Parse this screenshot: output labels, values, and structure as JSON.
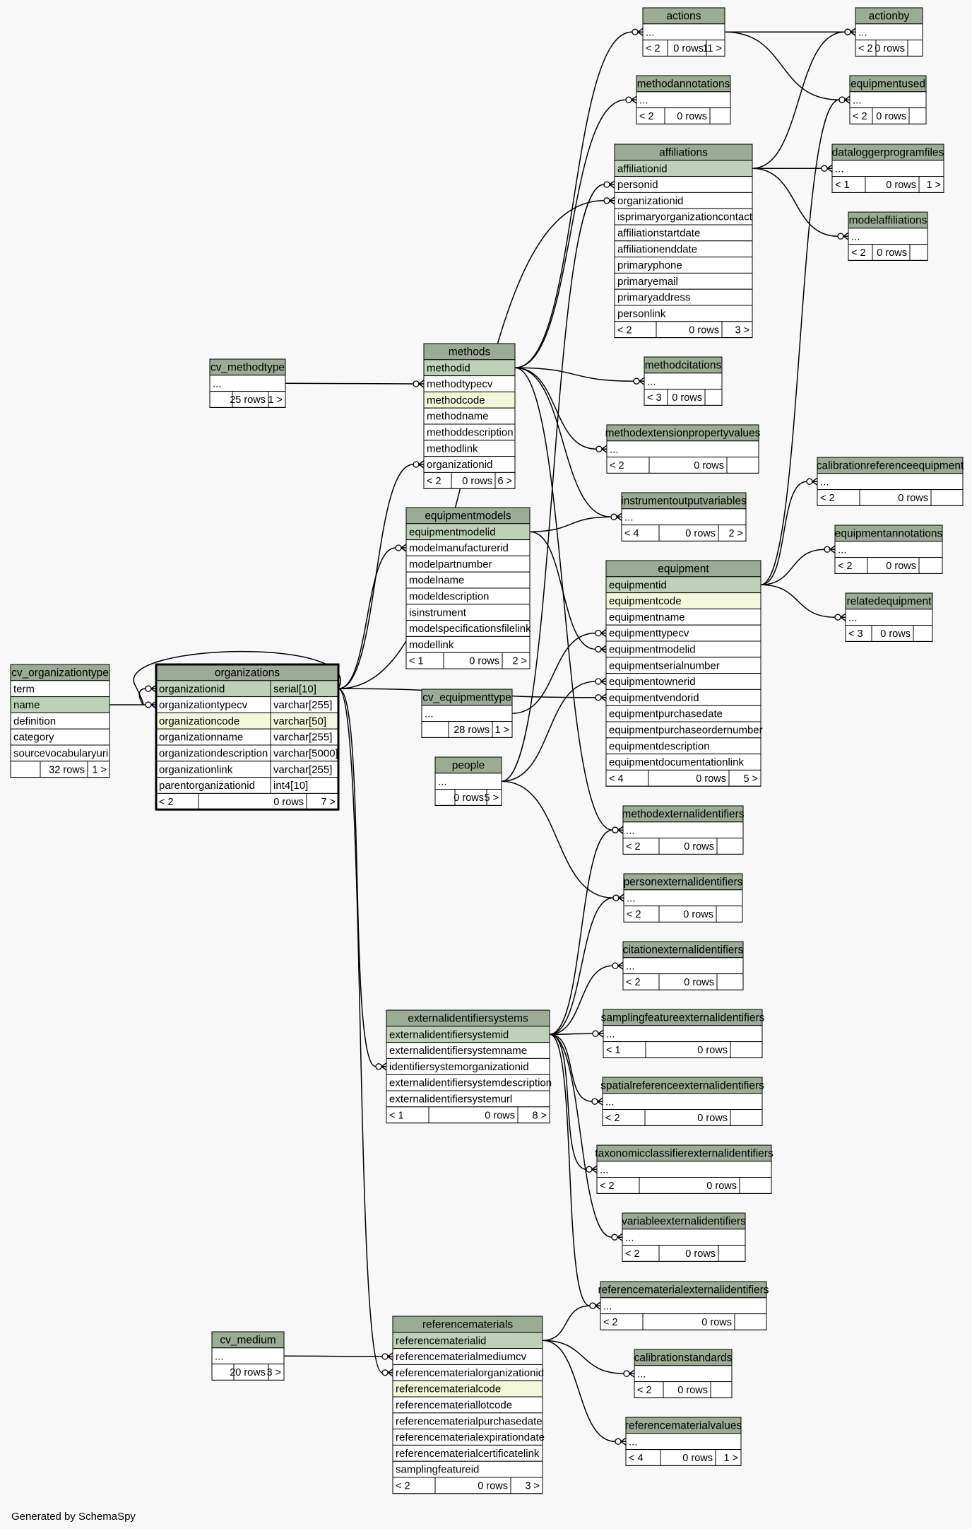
{
  "footer": "Generated by SchemaSpy",
  "colors": {
    "background": "#f8f8f8",
    "header": "#9bab96",
    "key_column": "#bed1b8",
    "indexed_column": "#f4f7da",
    "row": "#ffffff",
    "border": "#000000"
  },
  "tables": [
    {
      "id": "actions",
      "name": "actions",
      "columns": [
        {
          "name": "..."
        }
      ],
      "footer": [
        "< 2",
        "0 rows",
        "11 >"
      ]
    },
    {
      "id": "actionby",
      "name": "actionby",
      "columns": [
        {
          "name": "..."
        }
      ],
      "footer": [
        "< 2",
        "0 rows",
        ""
      ]
    },
    {
      "id": "methodannotations",
      "name": "methodannotations",
      "columns": [
        {
          "name": "..."
        }
      ],
      "footer": [
        "< 2",
        "0 rows",
        ""
      ]
    },
    {
      "id": "equipmentused",
      "name": "equipmentused",
      "columns": [
        {
          "name": "..."
        }
      ],
      "footer": [
        "< 2",
        "0 rows",
        ""
      ]
    },
    {
      "id": "affiliations",
      "name": "affiliations",
      "columns": [
        {
          "name": "affiliationid",
          "kind": "key"
        },
        {
          "name": "personid"
        },
        {
          "name": "organizationid"
        },
        {
          "name": "isprimaryorganizationcontact"
        },
        {
          "name": "affiliationstartdate"
        },
        {
          "name": "affiliationenddate"
        },
        {
          "name": "primaryphone"
        },
        {
          "name": "primaryemail"
        },
        {
          "name": "primaryaddress"
        },
        {
          "name": "personlink"
        }
      ],
      "footer": [
        "< 2",
        "0 rows",
        "3 >"
      ]
    },
    {
      "id": "dataloggerprogramfiles",
      "name": "dataloggerprogramfiles",
      "columns": [
        {
          "name": "..."
        }
      ],
      "footer": [
        "< 1",
        "0 rows",
        "1 >"
      ]
    },
    {
      "id": "modelaffiliations",
      "name": "modelaffiliations",
      "columns": [
        {
          "name": "..."
        }
      ],
      "footer": [
        "< 2",
        "0 rows",
        ""
      ]
    },
    {
      "id": "cv_methodtype",
      "name": "cv_methodtype",
      "columns": [
        {
          "name": "..."
        }
      ],
      "footer": [
        "",
        "25 rows",
        "1 >"
      ]
    },
    {
      "id": "methods",
      "name": "methods",
      "columns": [
        {
          "name": "methodid",
          "kind": "key"
        },
        {
          "name": "methodtypecv"
        },
        {
          "name": "methodcode",
          "kind": "indexed"
        },
        {
          "name": "methodname"
        },
        {
          "name": "methoddescription"
        },
        {
          "name": "methodlink"
        },
        {
          "name": "organizationid"
        }
      ],
      "footer": [
        "< 2",
        "0 rows",
        "6 >"
      ]
    },
    {
      "id": "methodcitations",
      "name": "methodcitations",
      "columns": [
        {
          "name": "..."
        }
      ],
      "footer": [
        "< 3",
        "0 rows",
        ""
      ]
    },
    {
      "id": "methodextensionpropertyvalues",
      "name": "methodextensionpropertyvalues",
      "columns": [
        {
          "name": "..."
        }
      ],
      "footer": [
        "< 2",
        "0 rows",
        ""
      ]
    },
    {
      "id": "calibrationreferenceequipment",
      "name": "calibrationreferenceequipment",
      "columns": [
        {
          "name": "..."
        }
      ],
      "footer": [
        "< 2",
        "0 rows",
        ""
      ]
    },
    {
      "id": "equipmentmodels",
      "name": "equipmentmodels",
      "columns": [
        {
          "name": "equipmentmodelid",
          "kind": "key"
        },
        {
          "name": "modelmanufacturerid"
        },
        {
          "name": "modelpartnumber"
        },
        {
          "name": "modelname"
        },
        {
          "name": "modeldescription"
        },
        {
          "name": "isinstrument"
        },
        {
          "name": "modelspecificationsfilelink"
        },
        {
          "name": "modellink"
        }
      ],
      "footer": [
        "< 1",
        "0 rows",
        "2 >"
      ]
    },
    {
      "id": "instrumentoutputvariables",
      "name": "instrumentoutputvariables",
      "columns": [
        {
          "name": "..."
        }
      ],
      "footer": [
        "< 4",
        "0 rows",
        "2 >"
      ]
    },
    {
      "id": "equipmentannotations",
      "name": "equipmentannotations",
      "columns": [
        {
          "name": "..."
        }
      ],
      "footer": [
        "< 2",
        "0 rows",
        ""
      ]
    },
    {
      "id": "equipment",
      "name": "equipment",
      "columns": [
        {
          "name": "equipmentid",
          "kind": "key"
        },
        {
          "name": "equipmentcode",
          "kind": "indexed"
        },
        {
          "name": "equipmentname"
        },
        {
          "name": "equipmenttypecv"
        },
        {
          "name": "equipmentmodelid"
        },
        {
          "name": "equipmentserialnumber"
        },
        {
          "name": "equipmentownerid"
        },
        {
          "name": "equipmentvendorid"
        },
        {
          "name": "equipmentpurchasedate"
        },
        {
          "name": "equipmentpurchaseordernumber"
        },
        {
          "name": "equipmentdescription"
        },
        {
          "name": "equipmentdocumentationlink"
        }
      ],
      "footer": [
        "< 4",
        "0 rows",
        "5 >"
      ]
    },
    {
      "id": "relatedequipment",
      "name": "relatedequipment",
      "columns": [
        {
          "name": "..."
        }
      ],
      "footer": [
        "< 3",
        "0 rows",
        ""
      ]
    },
    {
      "id": "cv_organizationtype",
      "name": "cv_organizationtype",
      "columns": [
        {
          "name": "term"
        },
        {
          "name": "name",
          "kind": "key"
        },
        {
          "name": "definition"
        },
        {
          "name": "category"
        },
        {
          "name": "sourcevocabularyuri"
        }
      ],
      "footer": [
        "",
        "32 rows",
        "1 >"
      ]
    },
    {
      "id": "organizations",
      "name": "organizations",
      "columns": [
        {
          "name": "organizationid",
          "type": "serial[10]",
          "kind": "key"
        },
        {
          "name": "organizationtypecv",
          "type": "varchar[255]"
        },
        {
          "name": "organizationcode",
          "type": "varchar[50]",
          "kind": "indexed"
        },
        {
          "name": "organizationname",
          "type": "varchar[255]"
        },
        {
          "name": "organizationdescription",
          "type": "varchar[5000]"
        },
        {
          "name": "organizationlink",
          "type": "varchar[255]"
        },
        {
          "name": "parentorganizationid",
          "type": "int4[10]"
        }
      ],
      "footer": [
        "< 2",
        "0 rows",
        "7 >"
      ]
    },
    {
      "id": "cv_equipmenttype",
      "name": "cv_equipmenttype",
      "columns": [
        {
          "name": "..."
        }
      ],
      "footer": [
        "",
        "28 rows",
        "1 >"
      ]
    },
    {
      "id": "people",
      "name": "people",
      "columns": [
        {
          "name": "..."
        }
      ],
      "footer": [
        "",
        "0 rows",
        "5 >"
      ]
    },
    {
      "id": "methodexternalidentifiers",
      "name": "methodexternalidentifiers",
      "columns": [
        {
          "name": "..."
        }
      ],
      "footer": [
        "< 2",
        "0 rows",
        ""
      ]
    },
    {
      "id": "personexternalidentifiers",
      "name": "personexternalidentifiers",
      "columns": [
        {
          "name": "..."
        }
      ],
      "footer": [
        "< 2",
        "0 rows",
        ""
      ]
    },
    {
      "id": "citationexternalidentifiers",
      "name": "citationexternalidentifiers",
      "columns": [
        {
          "name": "..."
        }
      ],
      "footer": [
        "< 2",
        "0 rows",
        ""
      ]
    },
    {
      "id": "externalidentifiersystems",
      "name": "externalidentifiersystems",
      "columns": [
        {
          "name": "externalidentifiersystemid",
          "kind": "key"
        },
        {
          "name": "externalidentifiersystemname"
        },
        {
          "name": "identifiersystemorganizationid"
        },
        {
          "name": "externalidentifiersystemdescription"
        },
        {
          "name": "externalidentifiersystemurl"
        }
      ],
      "footer": [
        "< 1",
        "0 rows",
        "8 >"
      ]
    },
    {
      "id": "samplingfeatureexternalidentifiers",
      "name": "samplingfeatureexternalidentifiers",
      "columns": [
        {
          "name": "..."
        }
      ],
      "footer": [
        "< 1",
        "0 rows",
        ""
      ]
    },
    {
      "id": "spatialreferenceexternalidentifiers",
      "name": "spatialreferenceexternalidentifiers",
      "columns": [
        {
          "name": "..."
        }
      ],
      "footer": [
        "< 2",
        "0 rows",
        ""
      ]
    },
    {
      "id": "taxonomicclassifierexternalidentifiers",
      "name": "taxonomicclassifierexternalidentifiers",
      "columns": [
        {
          "name": "..."
        }
      ],
      "footer": [
        "< 2",
        "0 rows",
        ""
      ]
    },
    {
      "id": "variableexternalidentifiers",
      "name": "variableexternalidentifiers",
      "columns": [
        {
          "name": "..."
        }
      ],
      "footer": [
        "< 2",
        "0 rows",
        ""
      ]
    },
    {
      "id": "referencematerialexternalidentifiers",
      "name": "referencematerialexternalidentifiers",
      "columns": [
        {
          "name": "..."
        }
      ],
      "footer": [
        "< 2",
        "0 rows",
        ""
      ]
    },
    {
      "id": "cv_medium",
      "name": "cv_medium",
      "columns": [
        {
          "name": "..."
        }
      ],
      "footer": [
        "",
        "20 rows",
        "3 >"
      ]
    },
    {
      "id": "referencematerials",
      "name": "referencematerials",
      "columns": [
        {
          "name": "referencematerialid",
          "kind": "key"
        },
        {
          "name": "referencematerialmediumcv"
        },
        {
          "name": "referencematerialorganizationid"
        },
        {
          "name": "referencematerialcode",
          "kind": "indexed"
        },
        {
          "name": "referencemateriallotcode"
        },
        {
          "name": "referencematerialpurchasedate"
        },
        {
          "name": "referencematerialexpirationdate"
        },
        {
          "name": "referencematerialcertificatelink"
        },
        {
          "name": "samplingfeatureid"
        }
      ],
      "footer": [
        "< 2",
        "0 rows",
        "3 >"
      ]
    },
    {
      "id": "calibrationstandards",
      "name": "calibrationstandards",
      "columns": [
        {
          "name": "..."
        }
      ],
      "footer": [
        "< 2",
        "0 rows",
        ""
      ]
    },
    {
      "id": "referencematerialvalues",
      "name": "referencematerialvalues",
      "columns": [
        {
          "name": "..."
        }
      ],
      "footer": [
        "< 4",
        "0 rows",
        "1 >"
      ]
    }
  ],
  "relationships": [
    {
      "from": "actions",
      "to": "actionby"
    },
    {
      "from": "actions",
      "to": "equipmentused"
    },
    {
      "from": "affiliations",
      "to": "actionby"
    },
    {
      "from": "affiliations",
      "to": "dataloggerprogramfiles"
    },
    {
      "from": "affiliations",
      "to": "modelaffiliations"
    },
    {
      "from": "methods",
      "to": "actions"
    },
    {
      "from": "methods",
      "to": "methodannotations"
    },
    {
      "from": "methods",
      "to": "methodcitations"
    },
    {
      "from": "methods",
      "to": "methodextensionpropertyvalues"
    },
    {
      "from": "methods",
      "to": "instrumentoutputvariables"
    },
    {
      "from": "methods",
      "to": "methodexternalidentifiers"
    },
    {
      "from": "cv_methodtype",
      "to": "methods"
    },
    {
      "from": "equipmentmodels",
      "to": "instrumentoutputvariables"
    },
    {
      "from": "equipmentmodels",
      "to": "equipment"
    },
    {
      "from": "equipment",
      "to": "equipmentused"
    },
    {
      "from": "equipment",
      "to": "calibrationreferenceequipment"
    },
    {
      "from": "equipment",
      "to": "equipmentannotations"
    },
    {
      "from": "equipment",
      "to": "relatedequipment"
    },
    {
      "from": "cv_equipmenttype",
      "to": "equipment"
    },
    {
      "from": "people",
      "to": "affiliations"
    },
    {
      "from": "people",
      "to": "equipment"
    },
    {
      "from": "people",
      "to": "personexternalidentifiers"
    },
    {
      "from": "cv_organizationtype",
      "to": "organizations"
    },
    {
      "from": "organizations",
      "to": "organizations"
    },
    {
      "from": "organizations",
      "to": "affiliations"
    },
    {
      "from": "organizations",
      "to": "methods"
    },
    {
      "from": "organizations",
      "to": "equipmentmodels"
    },
    {
      "from": "organizations",
      "to": "equipment"
    },
    {
      "from": "organizations",
      "to": "externalidentifiersystems"
    },
    {
      "from": "organizations",
      "to": "referencematerials"
    },
    {
      "from": "externalidentifiersystems",
      "to": "methodexternalidentifiers"
    },
    {
      "from": "externalidentifiersystems",
      "to": "personexternalidentifiers"
    },
    {
      "from": "externalidentifiersystems",
      "to": "citationexternalidentifiers"
    },
    {
      "from": "externalidentifiersystems",
      "to": "samplingfeatureexternalidentifiers"
    },
    {
      "from": "externalidentifiersystems",
      "to": "spatialreferenceexternalidentifiers"
    },
    {
      "from": "externalidentifiersystems",
      "to": "taxonomicclassifierexternalidentifiers"
    },
    {
      "from": "externalidentifiersystems",
      "to": "variableexternalidentifiers"
    },
    {
      "from": "externalidentifiersystems",
      "to": "referencematerialexternalidentifiers"
    },
    {
      "from": "cv_medium",
      "to": "referencematerials"
    },
    {
      "from": "referencematerials",
      "to": "referencematerialexternalidentifiers"
    },
    {
      "from": "referencematerials",
      "to": "calibrationstandards"
    },
    {
      "from": "referencematerials",
      "to": "referencematerialvalues"
    }
  ]
}
